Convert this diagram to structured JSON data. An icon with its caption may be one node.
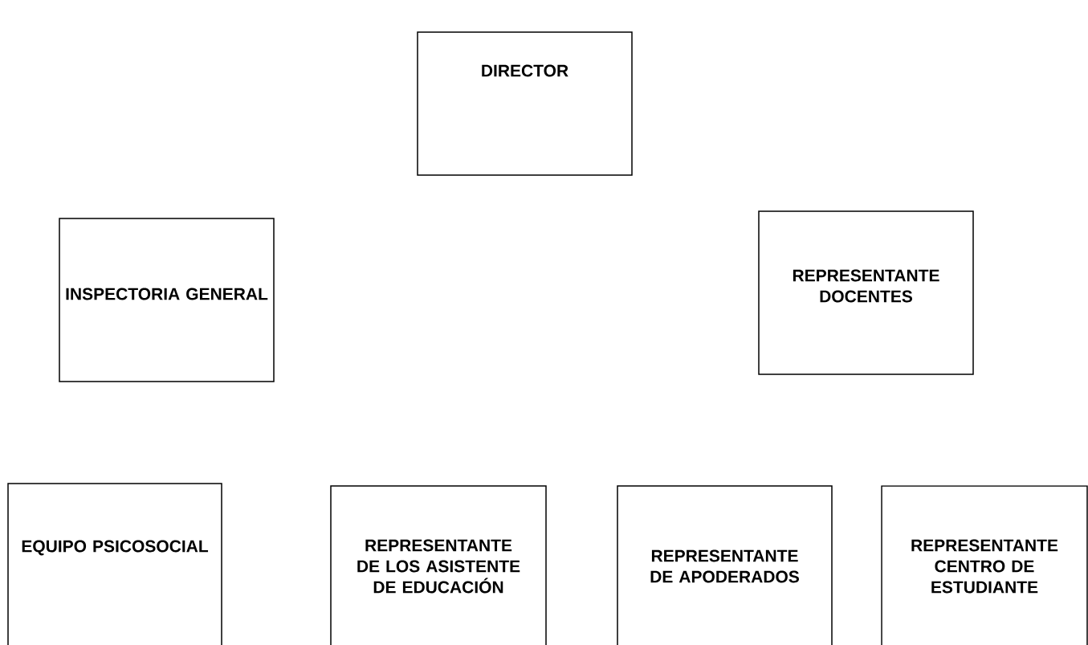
{
  "diagram": {
    "nodes": [
      {
        "text": [
          "DIRECTOR"
        ]
      },
      {
        "text": [
          "INSPECTORIA GENERAL"
        ]
      },
      {
        "text": [
          "REPRESENTANTE DOCENTES"
        ]
      },
      {
        "text": [
          "EQUIPO PSICOSOCIAL"
        ]
      },
      {
        "text": [
          "REPRESENTANTE DE LOS ASISTENTE DE EDUCACIÓN"
        ]
      },
      {
        "text": [
          "REPRESENTANTE DE APODERADOS"
        ]
      },
      {
        "text": [
          "REPRESENTANTE CENTRO DE ESTUDIANTE"
        ]
      }
    ]
  }
}
